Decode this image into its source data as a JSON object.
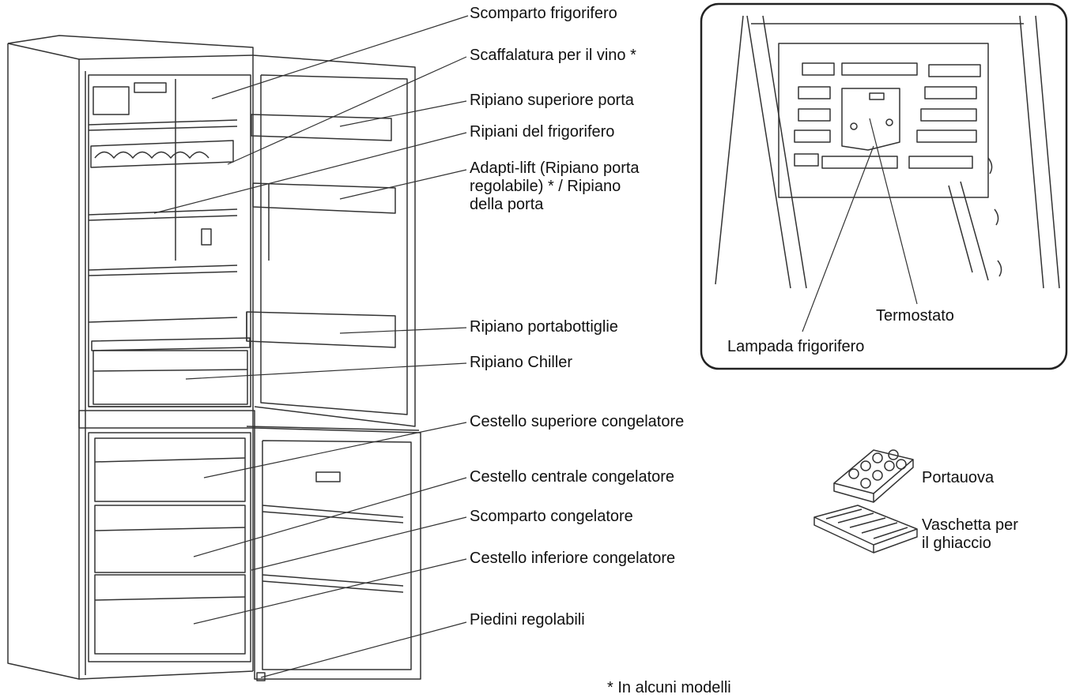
{
  "labels": {
    "scomparto_frigorifero": "Scomparto frigorifero",
    "scaffalatura_vino": "Scaffalatura per il vino *",
    "ripiano_superiore_porta": "Ripiano superiore porta",
    "ripiani_frigorifero": "Ripiani del frigorifero",
    "adapti_lift_line1": "Adapti-lift (Ripiano porta",
    "adapti_lift_line2": "regolabile) * / Ripiano",
    "adapti_lift_line3": "della porta",
    "ripiano_portabottiglie": "Ripiano portabottiglie",
    "ripiano_chiller": "Ripiano Chiller",
    "cestello_superiore_congelatore": "Cestello superiore congelatore",
    "cestello_centrale_congelatore": "Cestello centrale congelatore",
    "scomparto_congelatore": "Scomparto congelatore",
    "cestello_inferiore_congelatore": "Cestello inferiore congelatore",
    "piedini_regolabili": "Piedini regolabili",
    "termostato": "Termostato",
    "lampada_frigorifero": "Lampada frigorifero",
    "portauova": "Portauova",
    "vaschetta_line1": "Vaschetta per",
    "vaschetta_line2": "il ghiaccio",
    "footnote": "* In alcuni modelli"
  },
  "colors": {
    "line": "#333333",
    "outline": "#222222"
  }
}
